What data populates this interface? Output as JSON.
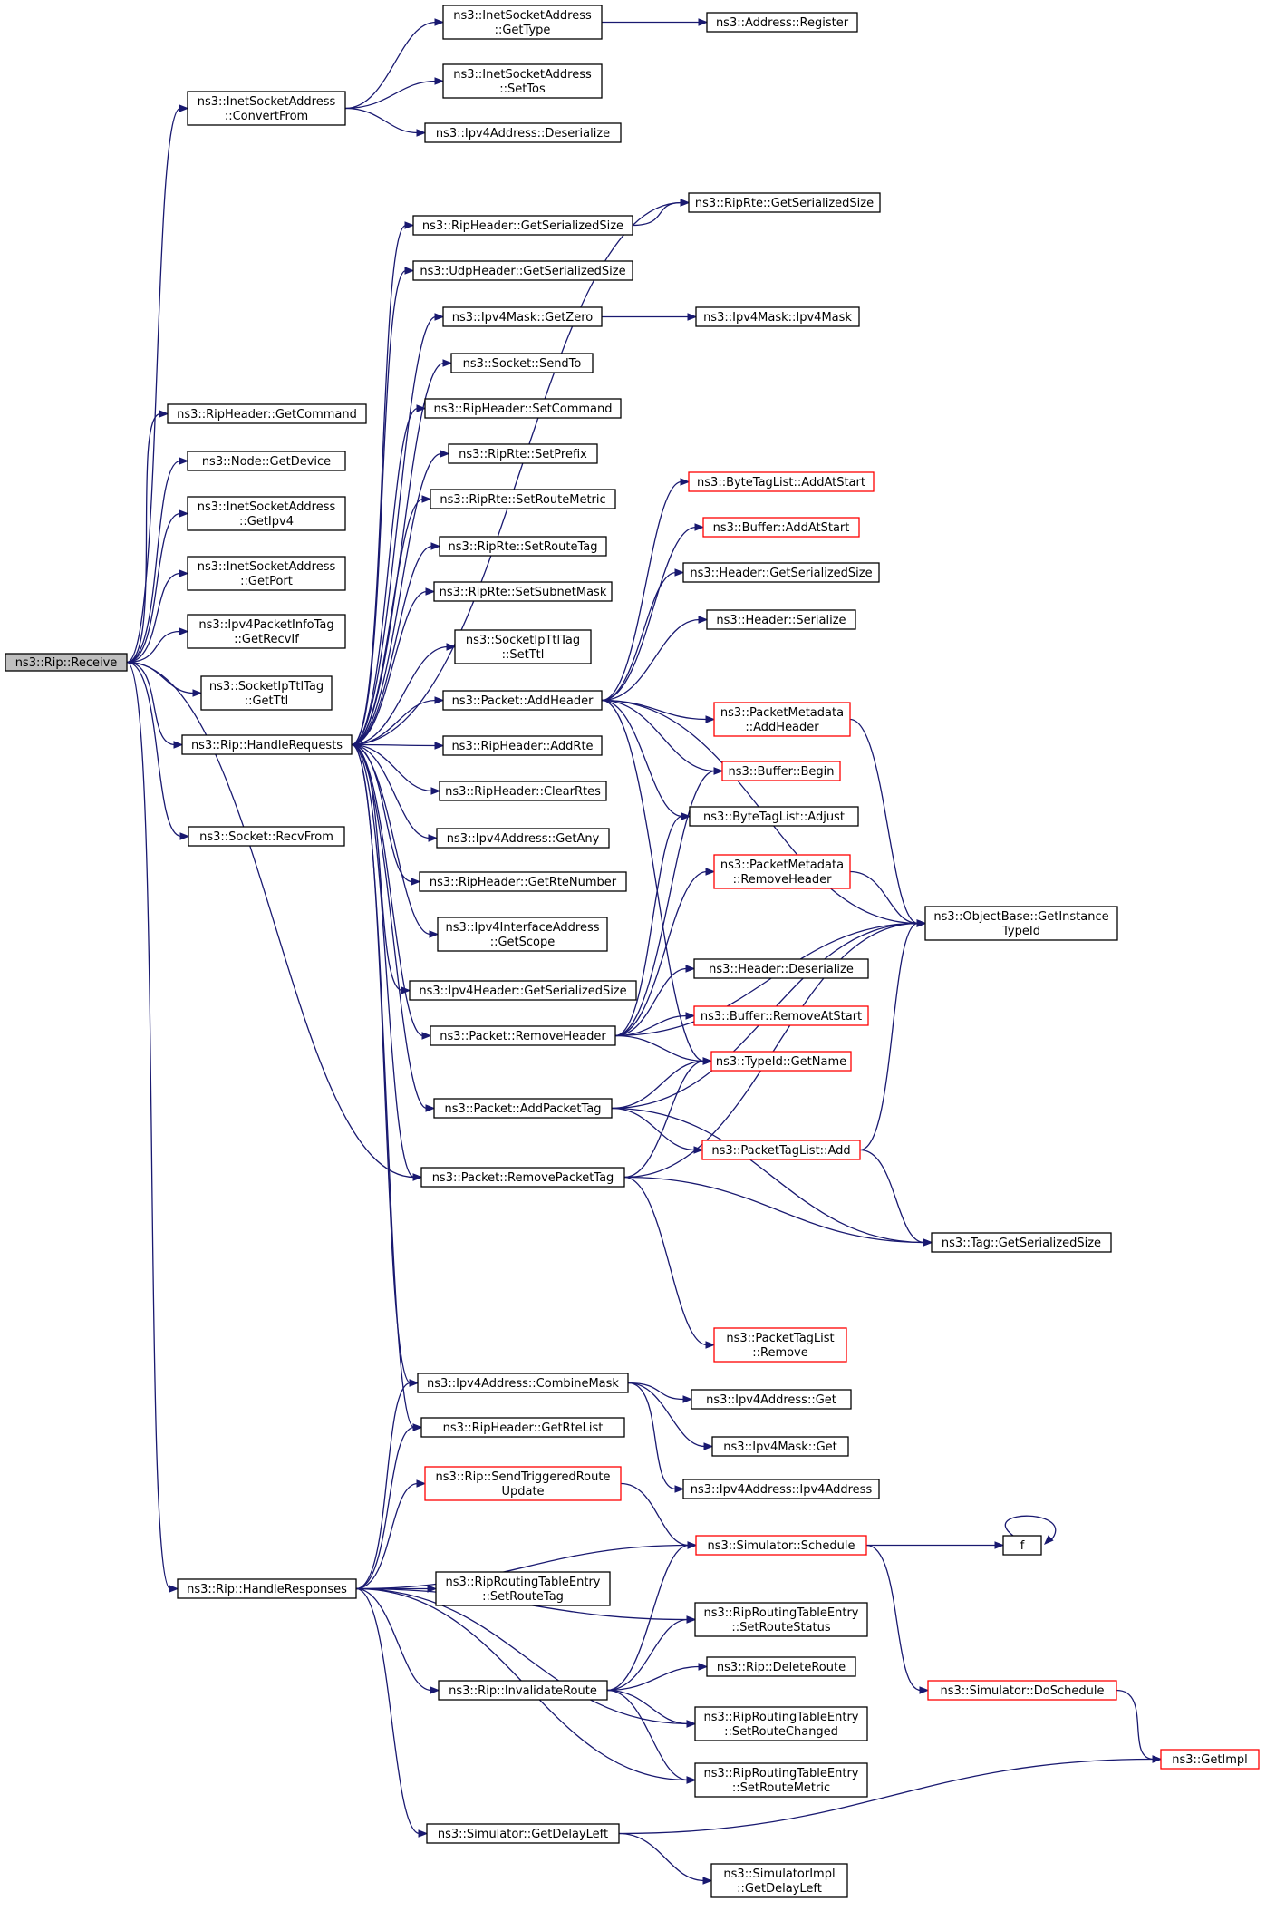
{
  "colors": {
    "edge": "#191970",
    "border_normal": "#000000",
    "border_truncated": "#ff0000",
    "fill_normal": "#ffffff",
    "fill_root": "#bfbfbf"
  },
  "nodes": [
    {
      "id": "receive",
      "lines": [
        "ns3::Rip::Receive"
      ],
      "style": "root"
    },
    {
      "id": "convertfrom",
      "lines": [
        "ns3::InetSocketAddress",
        "::ConvertFrom"
      ],
      "style": "normal"
    },
    {
      "id": "gettype",
      "lines": [
        "ns3::InetSocketAddress",
        "::GetType"
      ],
      "style": "normal"
    },
    {
      "id": "register",
      "lines": [
        "ns3::Address::Register"
      ],
      "style": "normal"
    },
    {
      "id": "settos",
      "lines": [
        "ns3::InetSocketAddress",
        "::SetTos"
      ],
      "style": "normal"
    },
    {
      "id": "ipv4deser",
      "lines": [
        "ns3::Ipv4Address::Deserialize"
      ],
      "style": "normal"
    },
    {
      "id": "ripheaderser",
      "lines": [
        "ns3::RipHeader::GetSerializedSize"
      ],
      "style": "normal"
    },
    {
      "id": "riprteser",
      "lines": [
        "ns3::RipRte::GetSerializedSize"
      ],
      "style": "normal"
    },
    {
      "id": "udpser",
      "lines": [
        "ns3::UdpHeader::GetSerializedSize"
      ],
      "style": "normal"
    },
    {
      "id": "getzero",
      "lines": [
        "ns3::Ipv4Mask::GetZero"
      ],
      "style": "normal"
    },
    {
      "id": "ipv4mask",
      "lines": [
        "ns3::Ipv4Mask::Ipv4Mask"
      ],
      "style": "normal"
    },
    {
      "id": "sendto",
      "lines": [
        "ns3::Socket::SendTo"
      ],
      "style": "normal"
    },
    {
      "id": "getcommand",
      "lines": [
        "ns3::RipHeader::GetCommand"
      ],
      "style": "normal"
    },
    {
      "id": "setcommand",
      "lines": [
        "ns3::RipHeader::SetCommand"
      ],
      "style": "normal"
    },
    {
      "id": "getdevice",
      "lines": [
        "ns3::Node::GetDevice"
      ],
      "style": "normal"
    },
    {
      "id": "setprefix",
      "lines": [
        "ns3::RipRte::SetPrefix"
      ],
      "style": "normal"
    },
    {
      "id": "setroutemetric",
      "lines": [
        "ns3::RipRte::SetRouteMetric"
      ],
      "style": "normal"
    },
    {
      "id": "getipv4",
      "lines": [
        "ns3::InetSocketAddress",
        "::GetIpv4"
      ],
      "style": "normal"
    },
    {
      "id": "setroutetag",
      "lines": [
        "ns3::RipRte::SetRouteTag"
      ],
      "style": "normal"
    },
    {
      "id": "getport",
      "lines": [
        "ns3::InetSocketAddress",
        "::GetPort"
      ],
      "style": "normal"
    },
    {
      "id": "setsubnetmask",
      "lines": [
        "ns3::RipRte::SetSubnetMask"
      ],
      "style": "normal"
    },
    {
      "id": "getrecvif",
      "lines": [
        "ns3::Ipv4PacketInfoTag",
        "::GetRecvIf"
      ],
      "style": "normal"
    },
    {
      "id": "setttl",
      "lines": [
        "ns3::SocketIpTtlTag",
        "::SetTtl"
      ],
      "style": "normal"
    },
    {
      "id": "getttl",
      "lines": [
        "ns3::SocketIpTtlTag",
        "::GetTtl"
      ],
      "style": "normal"
    },
    {
      "id": "addheader",
      "lines": [
        "ns3::Packet::AddHeader"
      ],
      "style": "normal"
    },
    {
      "id": "handlerequests",
      "lines": [
        "ns3::Rip::HandleRequests"
      ],
      "style": "normal"
    },
    {
      "id": "addrte",
      "lines": [
        "ns3::RipHeader::AddRte"
      ],
      "style": "normal"
    },
    {
      "id": "clearrtes",
      "lines": [
        "ns3::RipHeader::ClearRtes"
      ],
      "style": "normal"
    },
    {
      "id": "recvfrom",
      "lines": [
        "ns3::Socket::RecvFrom"
      ],
      "style": "normal"
    },
    {
      "id": "getany",
      "lines": [
        "ns3::Ipv4Address::GetAny"
      ],
      "style": "normal"
    },
    {
      "id": "getrtenumber",
      "lines": [
        "ns3::RipHeader::GetRteNumber"
      ],
      "style": "normal"
    },
    {
      "id": "getscope",
      "lines": [
        "ns3::Ipv4InterfaceAddress",
        "::GetScope"
      ],
      "style": "normal"
    },
    {
      "id": "ipv4hdrser",
      "lines": [
        "ns3::Ipv4Header::GetSerializedSize"
      ],
      "style": "normal"
    },
    {
      "id": "removeheader",
      "lines": [
        "ns3::Packet::RemoveHeader"
      ],
      "style": "normal"
    },
    {
      "id": "addpackettag",
      "lines": [
        "ns3::Packet::AddPacketTag"
      ],
      "style": "normal"
    },
    {
      "id": "removepackettag",
      "lines": [
        "ns3::Packet::RemovePacketTag"
      ],
      "style": "normal"
    },
    {
      "id": "bytetagaddatstart",
      "lines": [
        "ns3::ByteTagList::AddAtStart"
      ],
      "style": "truncated"
    },
    {
      "id": "bufferaddatstart",
      "lines": [
        "ns3::Buffer::AddAtStart"
      ],
      "style": "truncated"
    },
    {
      "id": "headerser",
      "lines": [
        "ns3::Header::GetSerializedSize"
      ],
      "style": "normal"
    },
    {
      "id": "headerserialize",
      "lines": [
        "ns3::Header::Serialize"
      ],
      "style": "normal"
    },
    {
      "id": "pmaddheader",
      "lines": [
        "ns3::PacketMetadata",
        "::AddHeader"
      ],
      "style": "truncated"
    },
    {
      "id": "bufferbegin",
      "lines": [
        "ns3::Buffer::Begin"
      ],
      "style": "truncated"
    },
    {
      "id": "bytetagadjust",
      "lines": [
        "ns3::ByteTagList::Adjust"
      ],
      "style": "normal"
    },
    {
      "id": "pmremoveheader",
      "lines": [
        "ns3::PacketMetadata",
        "::RemoveHeader"
      ],
      "style": "truncated"
    },
    {
      "id": "getinstancetypeid",
      "lines": [
        "ns3::ObjectBase::GetInstance",
        "TypeId"
      ],
      "style": "normal"
    },
    {
      "id": "headerdeser",
      "lines": [
        "ns3::Header::Deserialize"
      ],
      "style": "normal"
    },
    {
      "id": "bufferremoveatstart",
      "lines": [
        "ns3::Buffer::RemoveAtStart"
      ],
      "style": "truncated"
    },
    {
      "id": "typeidgetname",
      "lines": [
        "ns3::TypeId::GetName"
      ],
      "style": "truncated"
    },
    {
      "id": "packettaglistadd",
      "lines": [
        "ns3::PacketTagList::Add"
      ],
      "style": "truncated"
    },
    {
      "id": "taggetser",
      "lines": [
        "ns3::Tag::GetSerializedSize"
      ],
      "style": "normal"
    },
    {
      "id": "packettaglistremove",
      "lines": [
        "ns3::PacketTagList",
        "::Remove"
      ],
      "style": "truncated"
    },
    {
      "id": "combinemask",
      "lines": [
        "ns3::Ipv4Address::CombineMask"
      ],
      "style": "normal"
    },
    {
      "id": "ipv4addrget",
      "lines": [
        "ns3::Ipv4Address::Get"
      ],
      "style": "normal"
    },
    {
      "id": "getrtelist",
      "lines": [
        "ns3::RipHeader::GetRteList"
      ],
      "style": "normal"
    },
    {
      "id": "ipv4maskget",
      "lines": [
        "ns3::Ipv4Mask::Get"
      ],
      "style": "normal"
    },
    {
      "id": "ipv4addrctor",
      "lines": [
        "ns3::Ipv4Address::Ipv4Address"
      ],
      "style": "normal"
    },
    {
      "id": "sendtriggered",
      "lines": [
        "ns3::Rip::SendTriggeredRoute",
        "Update"
      ],
      "style": "truncated"
    },
    {
      "id": "schedule",
      "lines": [
        "ns3::Simulator::Schedule"
      ],
      "style": "truncated"
    },
    {
      "id": "f",
      "lines": [
        "f"
      ],
      "style": "normal"
    },
    {
      "id": "handleresponses",
      "lines": [
        "ns3::Rip::HandleResponses"
      ],
      "style": "normal"
    },
    {
      "id": "rtesetroutetag",
      "lines": [
        "ns3::RipRoutingTableEntry",
        "::SetRouteTag"
      ],
      "style": "normal"
    },
    {
      "id": "setroutestatus",
      "lines": [
        "ns3::RipRoutingTableEntry",
        "::SetRouteStatus"
      ],
      "style": "normal"
    },
    {
      "id": "deleteroute",
      "lines": [
        "ns3::Rip::DeleteRoute"
      ],
      "style": "normal"
    },
    {
      "id": "invalidateroute",
      "lines": [
        "ns3::Rip::InvalidateRoute"
      ],
      "style": "normal"
    },
    {
      "id": "doschedule",
      "lines": [
        "ns3::Simulator::DoSchedule"
      ],
      "style": "truncated"
    },
    {
      "id": "setroutechanged",
      "lines": [
        "ns3::RipRoutingTableEntry",
        "::SetRouteChanged"
      ],
      "style": "normal"
    },
    {
      "id": "rtesetroutemetric",
      "lines": [
        "ns3::RipRoutingTableEntry",
        "::SetRouteMetric"
      ],
      "style": "normal"
    },
    {
      "id": "getimpl",
      "lines": [
        "ns3::GetImpl"
      ],
      "style": "truncated"
    },
    {
      "id": "getdelayleft",
      "lines": [
        "ns3::Simulator::GetDelayLeft"
      ],
      "style": "normal"
    },
    {
      "id": "implgetdelayleft",
      "lines": [
        "ns3::SimulatorImpl",
        "::GetDelayLeft"
      ],
      "style": "normal"
    }
  ],
  "edges": [
    [
      "receive",
      "convertfrom"
    ],
    [
      "receive",
      "getcommand"
    ],
    [
      "receive",
      "getdevice"
    ],
    [
      "receive",
      "getipv4"
    ],
    [
      "receive",
      "getport"
    ],
    [
      "receive",
      "getrecvif"
    ],
    [
      "receive",
      "getttl"
    ],
    [
      "receive",
      "handlerequests"
    ],
    [
      "receive",
      "recvfrom"
    ],
    [
      "receive",
      "removepackettag"
    ],
    [
      "receive",
      "handleresponses"
    ],
    [
      "convertfrom",
      "gettype"
    ],
    [
      "convertfrom",
      "settos"
    ],
    [
      "convertfrom",
      "ipv4deser"
    ],
    [
      "gettype",
      "register"
    ],
    [
      "handlerequests",
      "ripheaderser"
    ],
    [
      "handlerequests",
      "riprteser"
    ],
    [
      "handlerequests",
      "udpser"
    ],
    [
      "handlerequests",
      "getzero"
    ],
    [
      "handlerequests",
      "sendto"
    ],
    [
      "handlerequests",
      "setcommand"
    ],
    [
      "handlerequests",
      "setprefix"
    ],
    [
      "handlerequests",
      "setroutemetric"
    ],
    [
      "handlerequests",
      "setroutetag"
    ],
    [
      "handlerequests",
      "setsubnetmask"
    ],
    [
      "handlerequests",
      "setttl"
    ],
    [
      "handlerequests",
      "addheader"
    ],
    [
      "handlerequests",
      "addrte"
    ],
    [
      "handlerequests",
      "clearrtes"
    ],
    [
      "handlerequests",
      "getany"
    ],
    [
      "handlerequests",
      "getrtenumber"
    ],
    [
      "handlerequests",
      "getscope"
    ],
    [
      "handlerequests",
      "ipv4hdrser"
    ],
    [
      "handlerequests",
      "removeheader"
    ],
    [
      "handlerequests",
      "addpackettag"
    ],
    [
      "handlerequests",
      "removepackettag"
    ],
    [
      "handlerequests",
      "combinemask"
    ],
    [
      "handlerequests",
      "getrtelist"
    ],
    [
      "ripheaderser",
      "riprteser"
    ],
    [
      "getzero",
      "ipv4mask"
    ],
    [
      "addheader",
      "bytetagaddatstart"
    ],
    [
      "addheader",
      "bufferaddatstart"
    ],
    [
      "addheader",
      "headerser"
    ],
    [
      "addheader",
      "headerserialize"
    ],
    [
      "addheader",
      "getinstancetypeid"
    ],
    [
      "addheader",
      "pmaddheader"
    ],
    [
      "addheader",
      "bufferbegin"
    ],
    [
      "addheader",
      "bytetagadjust"
    ],
    [
      "addheader",
      "typeidgetname"
    ],
    [
      "pmaddheader",
      "getinstancetypeid"
    ],
    [
      "pmremoveheader",
      "getinstancetypeid"
    ],
    [
      "removeheader",
      "bufferbegin"
    ],
    [
      "removeheader",
      "bytetagadjust"
    ],
    [
      "removeheader",
      "pmremoveheader"
    ],
    [
      "removeheader",
      "getinstancetypeid"
    ],
    [
      "removeheader",
      "headerdeser"
    ],
    [
      "removeheader",
      "bufferremoveatstart"
    ],
    [
      "removeheader",
      "typeidgetname"
    ],
    [
      "addpackettag",
      "typeidgetname"
    ],
    [
      "addpackettag",
      "getinstancetypeid"
    ],
    [
      "addpackettag",
      "packettaglistadd"
    ],
    [
      "addpackettag",
      "taggetser"
    ],
    [
      "removepackettag",
      "typeidgetname"
    ],
    [
      "removepackettag",
      "getinstancetypeid"
    ],
    [
      "removepackettag",
      "taggetser"
    ],
    [
      "removepackettag",
      "packettaglistremove"
    ],
    [
      "packettaglistadd",
      "getinstancetypeid"
    ],
    [
      "packettaglistadd",
      "taggetser"
    ],
    [
      "combinemask",
      "ipv4addrget"
    ],
    [
      "combinemask",
      "ipv4maskget"
    ],
    [
      "combinemask",
      "ipv4addrctor"
    ],
    [
      "handleresponses",
      "combinemask"
    ],
    [
      "handleresponses",
      "getrtelist"
    ],
    [
      "handleresponses",
      "sendtriggered"
    ],
    [
      "handleresponses",
      "schedule"
    ],
    [
      "handleresponses",
      "rtesetroutetag"
    ],
    [
      "handleresponses",
      "setroutestatus"
    ],
    [
      "handleresponses",
      "invalidateroute"
    ],
    [
      "handleresponses",
      "setroutechanged"
    ],
    [
      "handleresponses",
      "rtesetroutemetric"
    ],
    [
      "handleresponses",
      "getdelayleft"
    ],
    [
      "sendtriggered",
      "schedule"
    ],
    [
      "schedule",
      "f"
    ],
    [
      "schedule",
      "doschedule"
    ],
    [
      "f",
      "f"
    ],
    [
      "invalidateroute",
      "schedule"
    ],
    [
      "invalidateroute",
      "setroutestatus"
    ],
    [
      "invalidateroute",
      "deleteroute"
    ],
    [
      "invalidateroute",
      "setroutechanged"
    ],
    [
      "invalidateroute",
      "rtesetroutemetric"
    ],
    [
      "doschedule",
      "getimpl"
    ],
    [
      "getdelayleft",
      "getimpl"
    ],
    [
      "getdelayleft",
      "implgetdelayleft"
    ]
  ]
}
